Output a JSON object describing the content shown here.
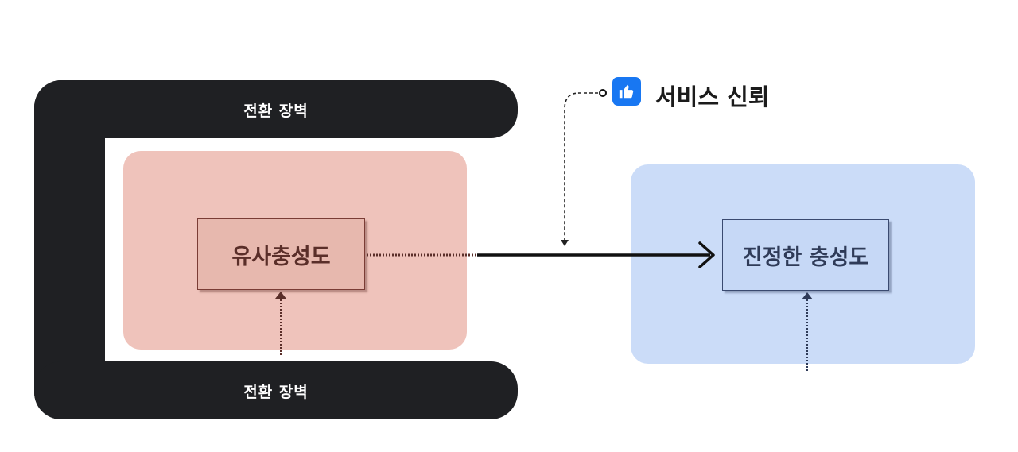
{
  "barrier": {
    "top_label": "전환 장벽",
    "bottom_label": "전환 장벽"
  },
  "boxes": {
    "pseudo_loyalty": "유사충성도",
    "true_loyalty": "진정한 충성도"
  },
  "trust": {
    "label": "서비스 신뢰",
    "icon": "thumbs-up-icon"
  },
  "colors": {
    "barrier": "#1f2023",
    "zone_red": "#efc3bb",
    "zone_blue": "#cbdcf8",
    "icon_blue": "#1877f2"
  }
}
